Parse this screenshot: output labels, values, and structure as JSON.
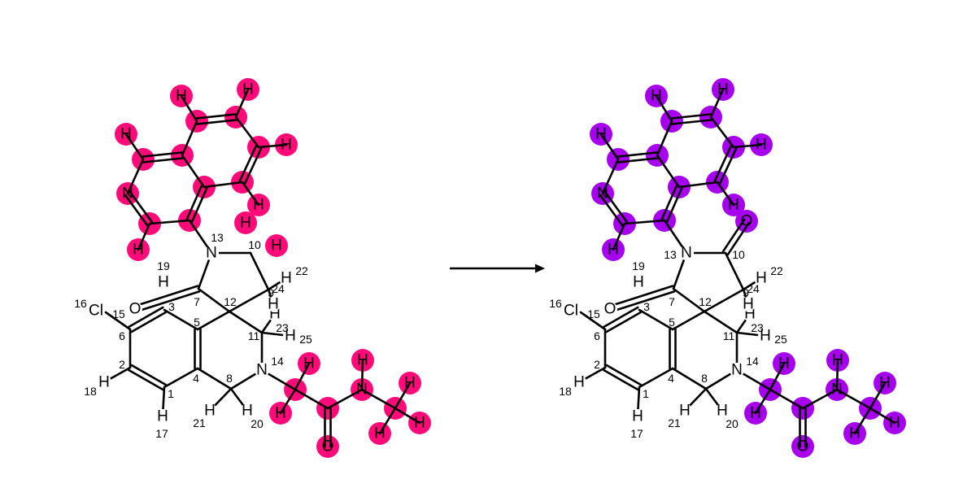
{
  "colors": {
    "reactant_highlight": "#ff0a78",
    "product_highlight": "#a600ee",
    "bond": "#000000",
    "background": "#ffffff"
  },
  "reaction_arrow": {
    "icon": "right-arrow-icon"
  },
  "reactant": {
    "atoms": [
      {
        "id": "a1",
        "el": "C",
        "idx": "1"
      },
      {
        "id": "a2",
        "el": "C",
        "idx": "2"
      },
      {
        "id": "a3",
        "el": "C",
        "idx": "3"
      },
      {
        "id": "a4",
        "el": "C",
        "idx": "4"
      },
      {
        "id": "a5",
        "el": "C",
        "idx": "5"
      },
      {
        "id": "a6",
        "el": "C",
        "idx": "6"
      },
      {
        "id": "a7",
        "el": "C",
        "idx": "7"
      },
      {
        "id": "a8",
        "el": "C",
        "idx": "8"
      },
      {
        "id": "a9",
        "el": "C",
        "idx": "9"
      },
      {
        "id": "a10",
        "el": "C",
        "idx": "10"
      },
      {
        "id": "a11",
        "el": "C",
        "idx": "11"
      },
      {
        "id": "a12",
        "el": "C",
        "idx": "12"
      },
      {
        "id": "N13",
        "el": "N",
        "idx": "13"
      },
      {
        "id": "N14",
        "el": "N",
        "idx": "14"
      },
      {
        "id": "a15",
        "el": "C",
        "idx": "15"
      },
      {
        "id": "Cl16",
        "el": "Cl",
        "idx": "16"
      },
      {
        "id": "H17",
        "el": "H",
        "idx": "17"
      },
      {
        "id": "H18",
        "el": "H",
        "idx": "18"
      },
      {
        "id": "H19",
        "el": "H",
        "idx": "19"
      },
      {
        "id": "H20",
        "el": "H",
        "idx": "20"
      },
      {
        "id": "H21",
        "el": "H",
        "idx": "21"
      },
      {
        "id": "H22",
        "el": "H",
        "idx": "22"
      },
      {
        "id": "H23",
        "el": "H",
        "idx": "23"
      },
      {
        "id": "H24",
        "el": "H",
        "idx": "24"
      },
      {
        "id": "H25",
        "el": "H",
        "idx": "25"
      },
      {
        "id": "O7",
        "el": "O",
        "idx": ""
      },
      {
        "id": "H10a",
        "el": "H",
        "idx": "",
        "hl": true
      },
      {
        "id": "H10b",
        "el": "H",
        "idx": "",
        "hl": true
      },
      {
        "id": "q1",
        "el": "C",
        "idx": "",
        "hl": true
      },
      {
        "id": "q2",
        "el": "C",
        "idx": "",
        "hl": true
      },
      {
        "id": "q3",
        "el": "C",
        "idx": "",
        "hl": true
      },
      {
        "id": "q4",
        "el": "C",
        "idx": "",
        "hl": true
      },
      {
        "id": "q5",
        "el": "C",
        "idx": "",
        "hl": true
      },
      {
        "id": "q6",
        "el": "C",
        "idx": "",
        "hl": true
      },
      {
        "id": "q7",
        "el": "C",
        "idx": "",
        "hl": true
      },
      {
        "id": "q8",
        "el": "C",
        "idx": "",
        "hl": true
      },
      {
        "id": "q9",
        "el": "C",
        "idx": "",
        "hl": true
      },
      {
        "id": "qN",
        "el": "N",
        "idx": "",
        "hl": true
      },
      {
        "id": "qH1",
        "el": "H",
        "idx": "",
        "hl": true
      },
      {
        "id": "qH2",
        "el": "H",
        "idx": "",
        "hl": true
      },
      {
        "id": "qH3",
        "el": "H",
        "idx": "",
        "hl": true
      },
      {
        "id": "qH4",
        "el": "H",
        "idx": "",
        "hl": true
      },
      {
        "id": "qH5",
        "el": "H",
        "idx": "",
        "hl": true
      },
      {
        "id": "qH6",
        "el": "H",
        "idx": "",
        "hl": true
      },
      {
        "id": "s1",
        "el": "C",
        "idx": "",
        "hl": true
      },
      {
        "id": "s2",
        "el": "C",
        "idx": "",
        "hl": true
      },
      {
        "id": "sO",
        "el": "O",
        "idx": "",
        "hl": true
      },
      {
        "id": "sN",
        "el": "N",
        "idx": "",
        "hl": true
      },
      {
        "id": "sC",
        "el": "C",
        "idx": "",
        "hl": true
      },
      {
        "id": "sH1",
        "el": "H",
        "idx": "",
        "hl": true
      },
      {
        "id": "sH2",
        "el": "H",
        "idx": "",
        "hl": true
      },
      {
        "id": "sH3",
        "el": "H",
        "idx": "",
        "hl": true
      },
      {
        "id": "sH4",
        "el": "H",
        "idx": "",
        "hl": true
      },
      {
        "id": "sH5",
        "el": "H",
        "idx": "",
        "hl": true
      },
      {
        "id": "sH6",
        "el": "H",
        "idx": "",
        "hl": true
      }
    ]
  },
  "product": {
    "atoms": [
      {
        "id": "a1",
        "el": "C",
        "idx": "1"
      },
      {
        "id": "a2",
        "el": "C",
        "idx": "2"
      },
      {
        "id": "a3",
        "el": "C",
        "idx": "3"
      },
      {
        "id": "a4",
        "el": "C",
        "idx": "4"
      },
      {
        "id": "a5",
        "el": "C",
        "idx": "5"
      },
      {
        "id": "a6",
        "el": "C",
        "idx": "6"
      },
      {
        "id": "a7",
        "el": "C",
        "idx": "7"
      },
      {
        "id": "a8",
        "el": "C",
        "idx": "8"
      },
      {
        "id": "a9",
        "el": "C",
        "idx": "9"
      },
      {
        "id": "a10",
        "el": "C",
        "idx": "10"
      },
      {
        "id": "a11",
        "el": "C",
        "idx": "11"
      },
      {
        "id": "a12",
        "el": "C",
        "idx": "12"
      },
      {
        "id": "N13",
        "el": "N",
        "idx": "13"
      },
      {
        "id": "N14",
        "el": "N",
        "idx": "14"
      },
      {
        "id": "a15",
        "el": "C",
        "idx": "15"
      },
      {
        "id": "Cl16",
        "el": "Cl",
        "idx": "16"
      },
      {
        "id": "H17",
        "el": "H",
        "idx": "17"
      },
      {
        "id": "H18",
        "el": "H",
        "idx": "18"
      },
      {
        "id": "H19",
        "el": "H",
        "idx": "19"
      },
      {
        "id": "H20",
        "el": "H",
        "idx": "20"
      },
      {
        "id": "H21",
        "el": "H",
        "idx": "21"
      },
      {
        "id": "H22",
        "el": "H",
        "idx": "22"
      },
      {
        "id": "H23",
        "el": "H",
        "idx": "23"
      },
      {
        "id": "H24",
        "el": "H",
        "idx": "24"
      },
      {
        "id": "H25",
        "el": "H",
        "idx": "25"
      },
      {
        "id": "O7",
        "el": "O",
        "idx": ""
      },
      {
        "id": "O10",
        "el": "O",
        "idx": "",
        "hl": true
      },
      {
        "id": "q1",
        "el": "C",
        "idx": "",
        "hl": true
      },
      {
        "id": "q2",
        "el": "C",
        "idx": "",
        "hl": true
      },
      {
        "id": "q3",
        "el": "C",
        "idx": "",
        "hl": true
      },
      {
        "id": "q4",
        "el": "C",
        "idx": "",
        "hl": true
      },
      {
        "id": "q5",
        "el": "C",
        "idx": "",
        "hl": true
      },
      {
        "id": "q6",
        "el": "C",
        "idx": "",
        "hl": true
      },
      {
        "id": "q7",
        "el": "C",
        "idx": "",
        "hl": true
      },
      {
        "id": "q8",
        "el": "C",
        "idx": "",
        "hl": true
      },
      {
        "id": "q9",
        "el": "C",
        "idx": "",
        "hl": true
      },
      {
        "id": "qN",
        "el": "N",
        "idx": "",
        "hl": true
      },
      {
        "id": "qH1",
        "el": "H",
        "idx": "",
        "hl": true
      },
      {
        "id": "qH2",
        "el": "H",
        "idx": "",
        "hl": true
      },
      {
        "id": "qH3",
        "el": "H",
        "idx": "",
        "hl": true
      },
      {
        "id": "qH4",
        "el": "H",
        "idx": "",
        "hl": true
      },
      {
        "id": "qH5",
        "el": "H",
        "idx": "",
        "hl": true
      },
      {
        "id": "qH6",
        "el": "H",
        "idx": "",
        "hl": true
      },
      {
        "id": "s1",
        "el": "C",
        "idx": "",
        "hl": true
      },
      {
        "id": "s2",
        "el": "C",
        "idx": "",
        "hl": true
      },
      {
        "id": "sO",
        "el": "O",
        "idx": "",
        "hl": true
      },
      {
        "id": "sN",
        "el": "N",
        "idx": "",
        "hl": true
      },
      {
        "id": "sC",
        "el": "C",
        "idx": "",
        "hl": true
      },
      {
        "id": "sH1",
        "el": "H",
        "idx": "",
        "hl": true
      },
      {
        "id": "sH2",
        "el": "H",
        "idx": "",
        "hl": true
      },
      {
        "id": "sH3",
        "el": "H",
        "idx": "",
        "hl": true
      },
      {
        "id": "sH4",
        "el": "H",
        "idx": "",
        "hl": true
      },
      {
        "id": "sH5",
        "el": "H",
        "idx": "",
        "hl": true
      },
      {
        "id": "sH6",
        "el": "H",
        "idx": "",
        "hl": true
      }
    ]
  }
}
